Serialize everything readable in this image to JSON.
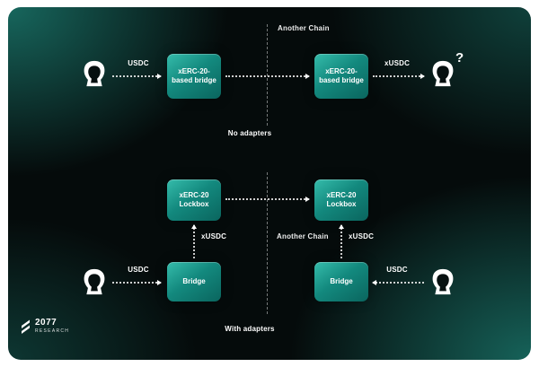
{
  "brand": {
    "line1": "2077",
    "line2": "RESEARCH"
  },
  "colors": {
    "canvas_background": "#050b0b",
    "corner_glow": "#186c62",
    "node_gradient_start": "#35bcab",
    "node_gradient_end": "#0a655e",
    "text": "#ffffff"
  },
  "top_flow": {
    "chain_label": "Another Chain",
    "send_token": "USDC",
    "bridge_left": "xERC-20-based bridge",
    "bridge_right": "xERC-20-based bridge",
    "receive_token": "xUSDC",
    "question": "?",
    "caption": "No adapters"
  },
  "bottom_flow": {
    "chain_label": "Another Chain",
    "lockbox_left": "xERC-20 Lockbox",
    "lockbox_right": "xERC-20 Lockbox",
    "bridge_left": "Bridge",
    "bridge_right": "Bridge",
    "mint_token_left": "xUSDC",
    "mint_token_right": "xUSDC",
    "send_token_left": "USDC",
    "send_token_right": "USDC",
    "caption": "With adapters"
  }
}
